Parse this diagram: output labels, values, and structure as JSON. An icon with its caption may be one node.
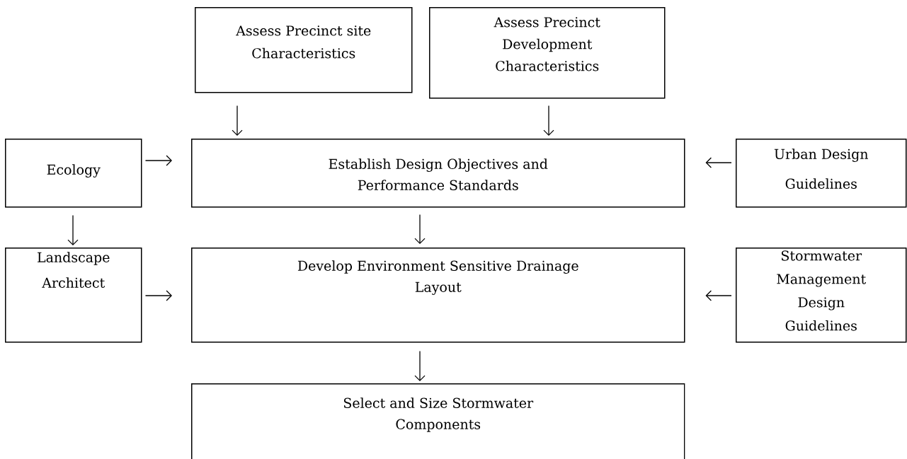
{
  "diagram": {
    "nodes": [
      {
        "text": [
          "Assess Precinct site Characteristics"
        ]
      },
      {
        "text": [
          "Assess Precinct Development Characteristics"
        ]
      },
      {
        "text": [
          "Ecology"
        ]
      },
      {
        "text": [
          "Establish Design Objectives and Performance Standards"
        ]
      },
      {
        "text": [
          "Urban Design Guidelines"
        ]
      },
      {
        "text": [
          "Landscape Architect"
        ]
      },
      {
        "text": [
          "Develop Environment Sensitive Drainage Layout"
        ]
      },
      {
        "text": [
          "Stormwater Management Design Guidelines"
        ]
      },
      {
        "text": [
          "Select and Size Stormwater Components"
        ]
      }
    ],
    "edges": [
      {
        "from": 0,
        "to": 3,
        "arrow": "to"
      },
      {
        "from": 1,
        "to": 3,
        "arrow": "to"
      },
      {
        "from": 2,
        "to": 3,
        "arrow": "to"
      },
      {
        "from": 4,
        "to": 3,
        "arrow": "to"
      },
      {
        "from": 2,
        "to": 5,
        "arrow": "to"
      },
      {
        "from": 3,
        "to": 6,
        "arrow": "to"
      },
      {
        "from": 5,
        "to": 6,
        "arrow": "to"
      },
      {
        "from": 7,
        "to": 6,
        "arrow": "to"
      },
      {
        "from": 6,
        "to": 8,
        "arrow": "to"
      }
    ]
  }
}
